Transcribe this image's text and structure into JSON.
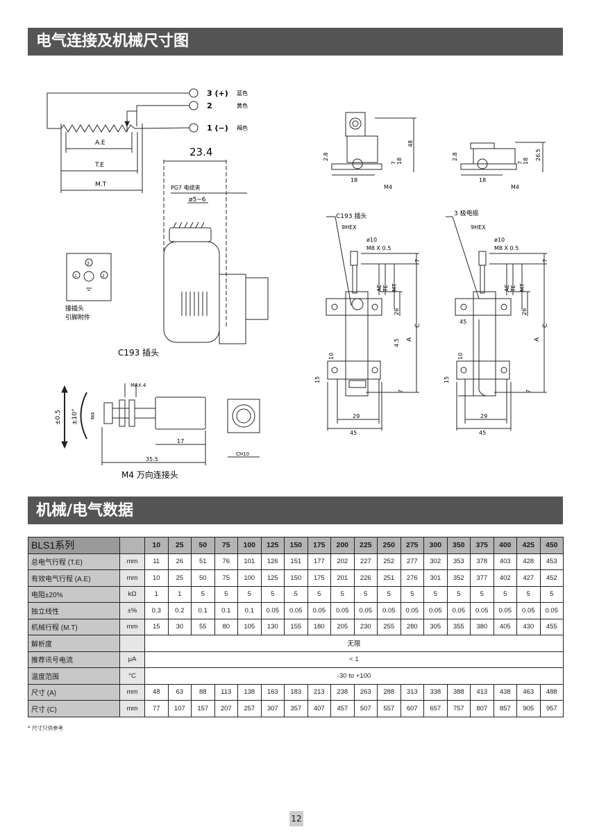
{
  "section1_title": "电气连接及机械尺寸图",
  "section2_title": "机械/电气数据",
  "drawing": {
    "wires": [
      {
        "pin": "3 (+)",
        "color": "蓝色"
      },
      {
        "pin": "2",
        "color": "黄色"
      },
      {
        "pin": "1 (−)",
        "color": "褐色"
      }
    ],
    "schematic_labels": {
      "ae": "A.E",
      "te": "T.E",
      "mt": "M.T"
    },
    "connector": {
      "width": "23.4",
      "pg7": "PG7 电缆夹",
      "diameter": "ø5~6",
      "caption": "C193 插头",
      "pin_view_caption": "接插头\n引脚附件",
      "pins": [
        "3",
        "1",
        "2"
      ]
    },
    "joint": {
      "caption": "M4 万向连接头",
      "angle1": "±0.5",
      "angle2": "±10°",
      "max": "MAX.4",
      "m4": "M4",
      "len17": "17",
      "len355": "35.5",
      "ch10": "CH10"
    },
    "top_left_bracket": {
      "d28": "2.8",
      "d18": "18",
      "d7": "7",
      "d18v": "18",
      "d48": "48",
      "m4": "M4"
    },
    "top_right_bracket": {
      "d28": "2.8",
      "d18": "18",
      "d7": "7",
      "d18v": "18",
      "d265": "26.5",
      "m4": "M4"
    },
    "side_left": {
      "title": "C193 插头",
      "hex": "9HEX",
      "o10": "ø10",
      "m8": "M8 X 0.5",
      "ae": "AE",
      "te": "TE",
      "mt": "MT",
      "d26": "26",
      "d45": "4.5",
      "a": "A",
      "c": "C",
      "d7a": "7",
      "d7b": "7",
      "d10": "10",
      "d15": "15",
      "d29": "29",
      "d45w": "45"
    },
    "side_right": {
      "title": "3 极电缆",
      "hex": "9HEX",
      "o10": "ø10",
      "m8": "M8 X 0.5",
      "ae": "AE",
      "te": "TE",
      "mt": "MT",
      "d26": "26",
      "d45": "45",
      "a": "A",
      "c": "C",
      "d7a": "7",
      "d7b": "7",
      "d10": "10",
      "d15": "15",
      "d29": "29",
      "d45w": "45"
    }
  },
  "table": {
    "series_label": "BLS1系列",
    "columns": [
      "10",
      "25",
      "50",
      "75",
      "100",
      "125",
      "150",
      "175",
      "200",
      "225",
      "250",
      "275",
      "300",
      "350",
      "375",
      "400",
      "425",
      "450"
    ],
    "rows": [
      {
        "label": "总电气行程 (T.E)",
        "unit": "mm",
        "values": [
          "11",
          "26",
          "51",
          "76",
          "101",
          "126",
          "151",
          "177",
          "202",
          "227",
          "252",
          "277",
          "302",
          "353",
          "378",
          "403",
          "428",
          "453"
        ]
      },
      {
        "label": "有效电气行程 (A.E)",
        "unit": "mm",
        "values": [
          "10",
          "25",
          "50",
          "75",
          "100",
          "125",
          "150",
          "175",
          "201",
          "226",
          "251",
          "276",
          "301",
          "352",
          "377",
          "402",
          "427",
          "452"
        ]
      },
      {
        "label": "电阻±20%",
        "unit": "kΩ",
        "values": [
          "1",
          "1",
          "5",
          "5",
          "5",
          "5",
          "5",
          "5",
          "5",
          "5",
          "5",
          "5",
          "5",
          "5",
          "5",
          "5",
          "5",
          "5"
        ]
      },
      {
        "label": "独立线性",
        "unit": "±%",
        "values": [
          "0.3",
          "0.2",
          "0.1",
          "0.1",
          "0.1",
          "0.05",
          "0.05",
          "0.05",
          "0.05",
          "0.05",
          "0.05",
          "0.05",
          "0.05",
          "0.05",
          "0.05",
          "0.05",
          "0.05",
          "0.05"
        ]
      },
      {
        "label": "机械行程 (M.T)",
        "unit": "mm",
        "values": [
          "15",
          "30",
          "55",
          "80",
          "105",
          "130",
          "155",
          "180",
          "205",
          "230",
          "255",
          "280",
          "305",
          "355",
          "380",
          "405",
          "430",
          "455"
        ]
      },
      {
        "label": "解析度",
        "unit": "",
        "span": "无限"
      },
      {
        "label": "推荐讯号电流",
        "unit": "μA",
        "span": "< 1"
      },
      {
        "label": "温度范围",
        "unit": "°C",
        "span": "-30 to +100"
      },
      {
        "label": "尺寸 (A)",
        "unit": "mm",
        "values": [
          "48",
          "63",
          "88",
          "113",
          "138",
          "163",
          "183",
          "213",
          "238",
          "263",
          "288",
          "313",
          "338",
          "388",
          "413",
          "438",
          "463",
          "488"
        ]
      },
      {
        "label": "尺寸 (C)",
        "unit": "mm",
        "values": [
          "77",
          "107",
          "157",
          "207",
          "257",
          "307",
          "357",
          "407",
          "457",
          "507",
          "557",
          "607",
          "657",
          "757",
          "807",
          "857",
          "905",
          "957"
        ]
      }
    ],
    "footnote": "* 尺寸只供参考"
  },
  "page_number": "12"
}
